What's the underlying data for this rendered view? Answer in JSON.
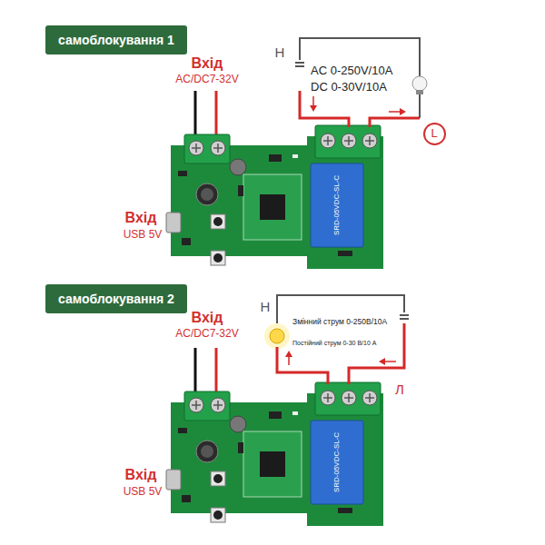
{
  "diagram": {
    "nodes": [
      {
        "text": [
          "самоблокування 1"
        ]
      },
      {
        "text": [
          "L"
        ]
      },
      {
        "text": [
          "самоблокування 2"
        ]
      }
    ],
    "labels": [
      "Вхід",
      "AC/DC7-32V",
      "Н",
      "AC 0-250V/10A",
      "DC 0-30V/10A",
      "Вхід",
      "USB 5V",
      "SRD-05VDC-SL-C",
      "Вхід",
      "AC/DC7-32V",
      "Н",
      "Змінний струм 0-250В/10А",
      "Постійний струм 0-30 В/10 А",
      "Л",
      "Вхід",
      "USB 5V",
      "SRD-05VDC-SL-C"
    ]
  }
}
